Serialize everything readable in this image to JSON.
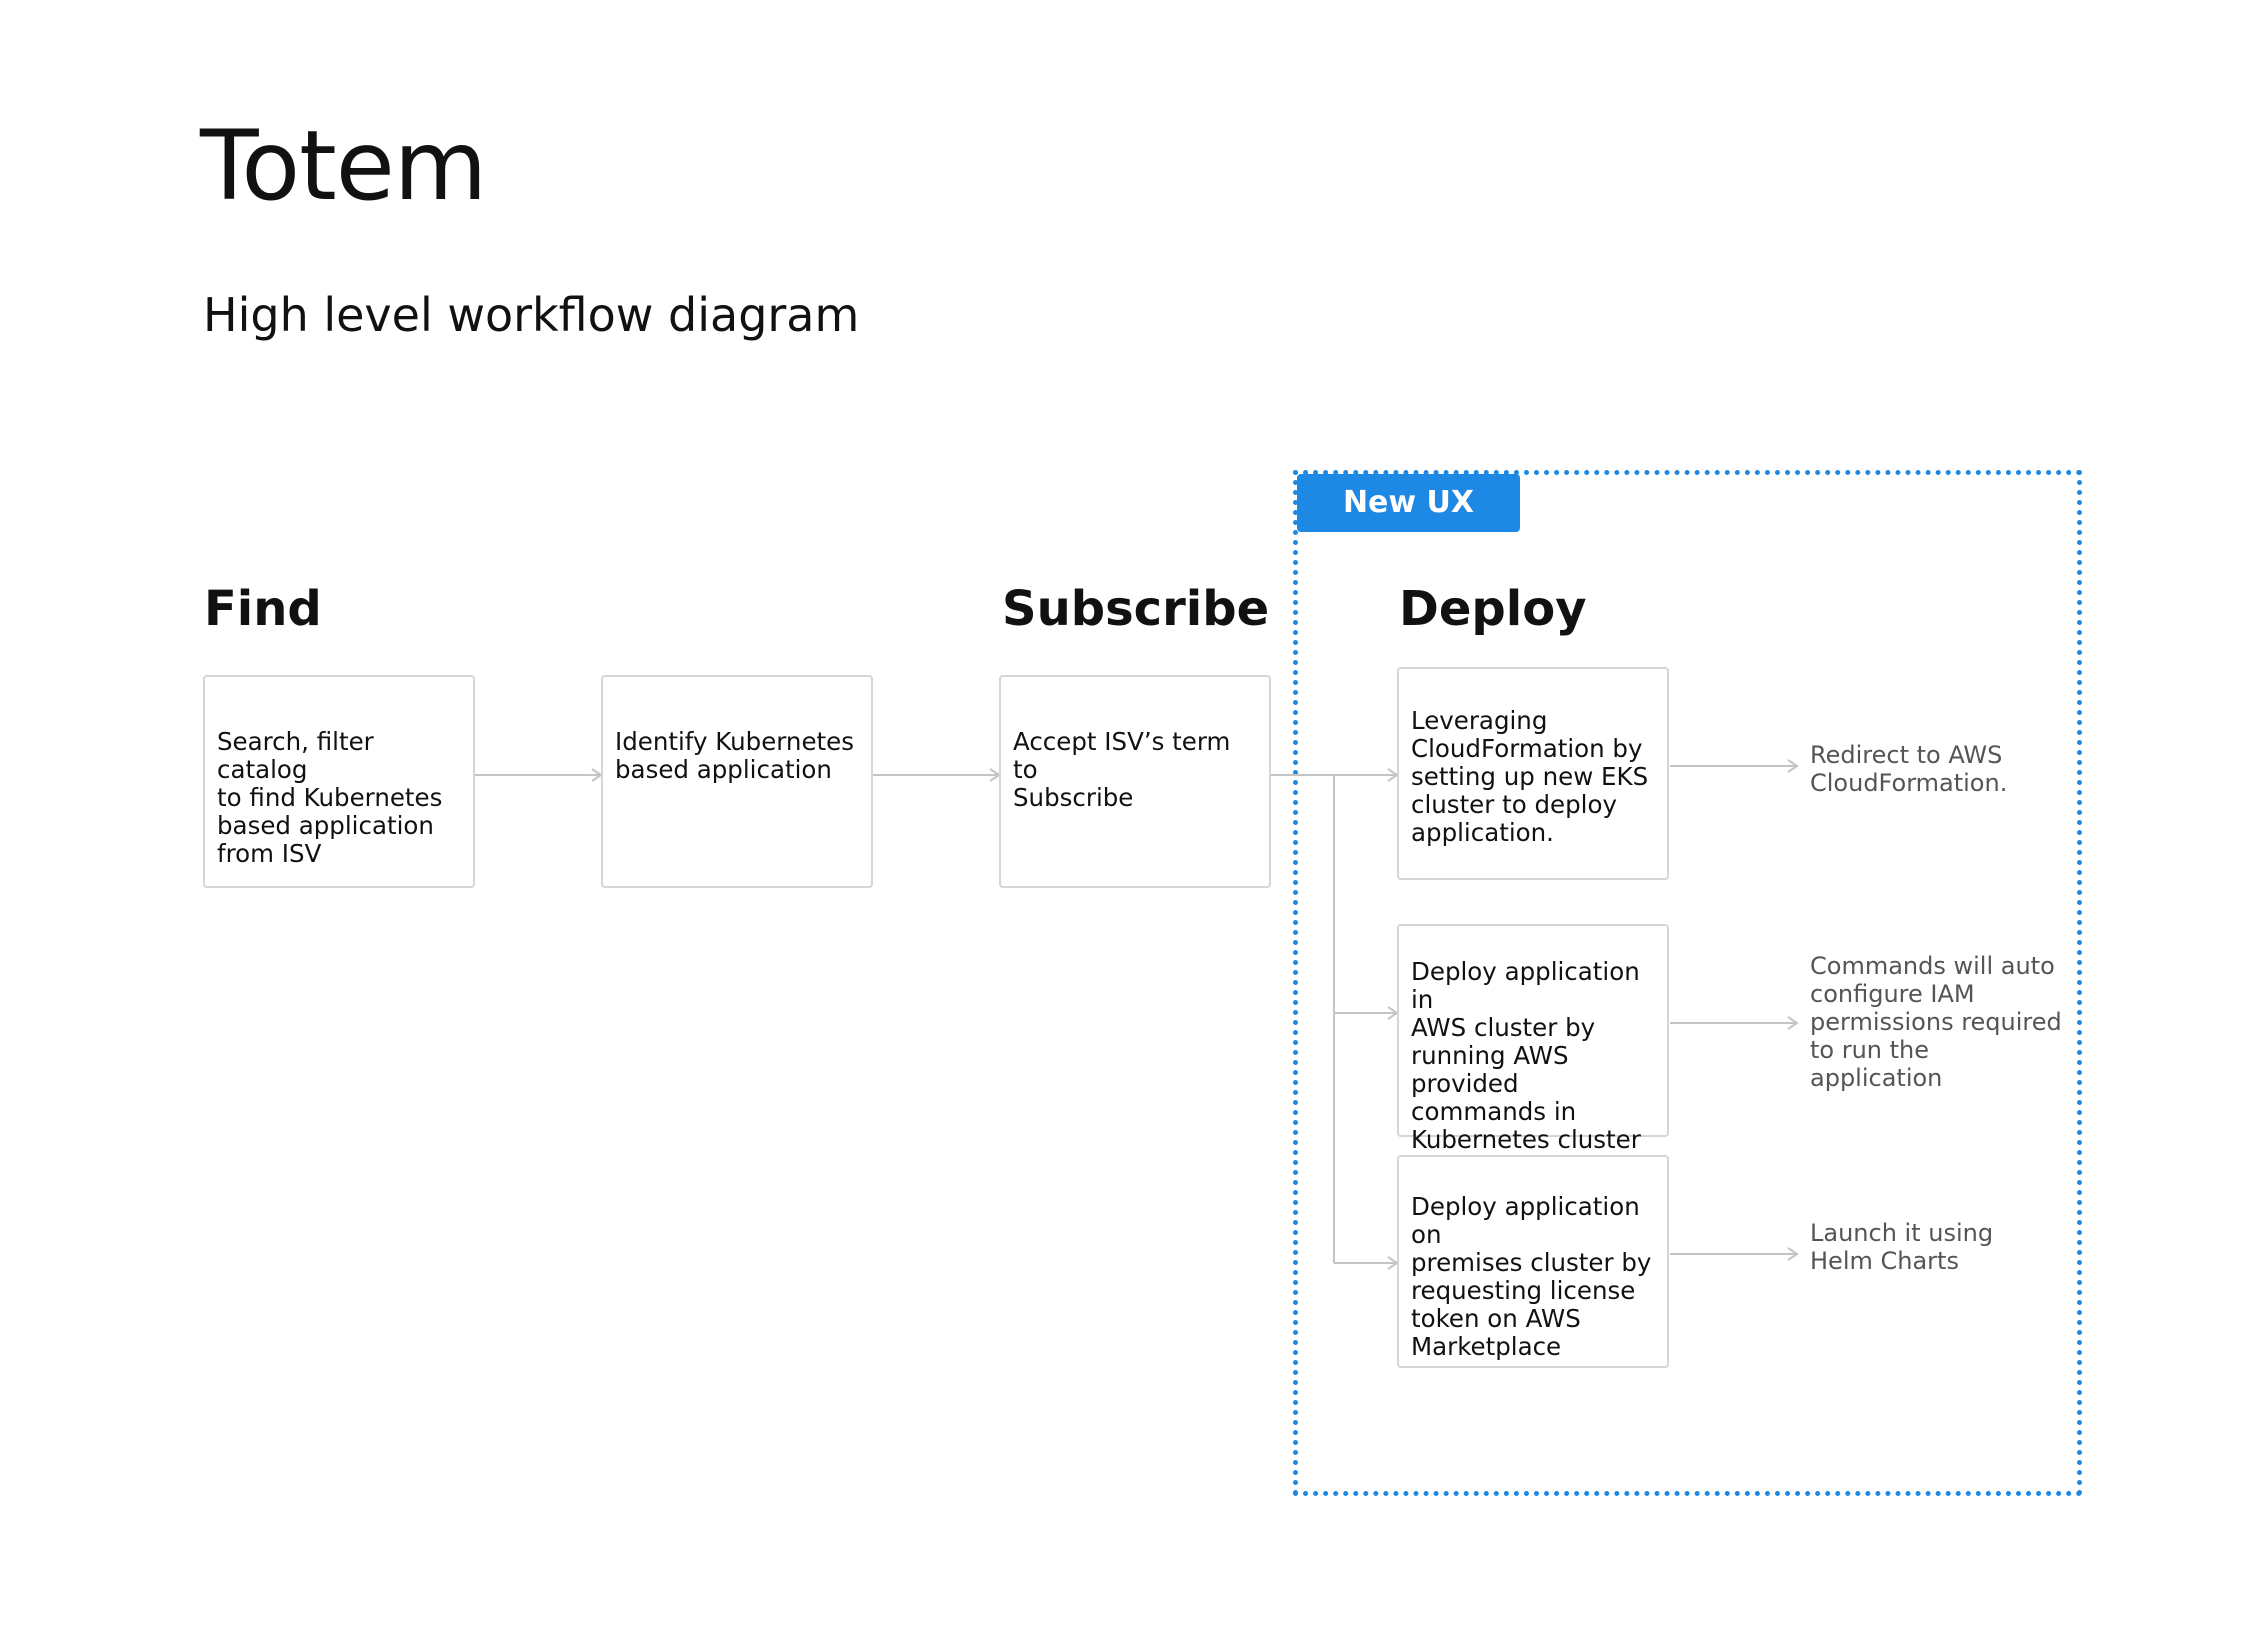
{
  "title": "Totem",
  "subtitle": "High level workflow diagram",
  "stages": {
    "find": "Find",
    "subscribe": "Subscribe",
    "deploy": "Deploy"
  },
  "badge": {
    "label": "New UX",
    "color": "#1e88e5"
  },
  "steps": {
    "search": "Search, filter catalog\nto find Kubernetes\nbased application\nfrom ISV",
    "identify": "Identify Kubernetes\nbased application",
    "accept": "Accept ISV’s term to\nSubscribe",
    "cloudformation": "Leveraging\nCloudFormation by\nsetting up new EKS\ncluster to deploy\napplication.",
    "aws_cluster": "Deploy application in\nAWS cluster by\nrunning AWS provided\ncommands in\nKubernetes cluster",
    "on_premises": "Deploy application on\npremises cluster by\nrequesting license\ntoken on AWS\nMarketplace"
  },
  "outcomes": {
    "redirect": "Redirect to AWS\nCloudFormation.",
    "commands": "Commands will auto\nconfigure IAM\npermissions required\nto run the\napplication",
    "helm": "Launch it using\nHelm Charts"
  }
}
